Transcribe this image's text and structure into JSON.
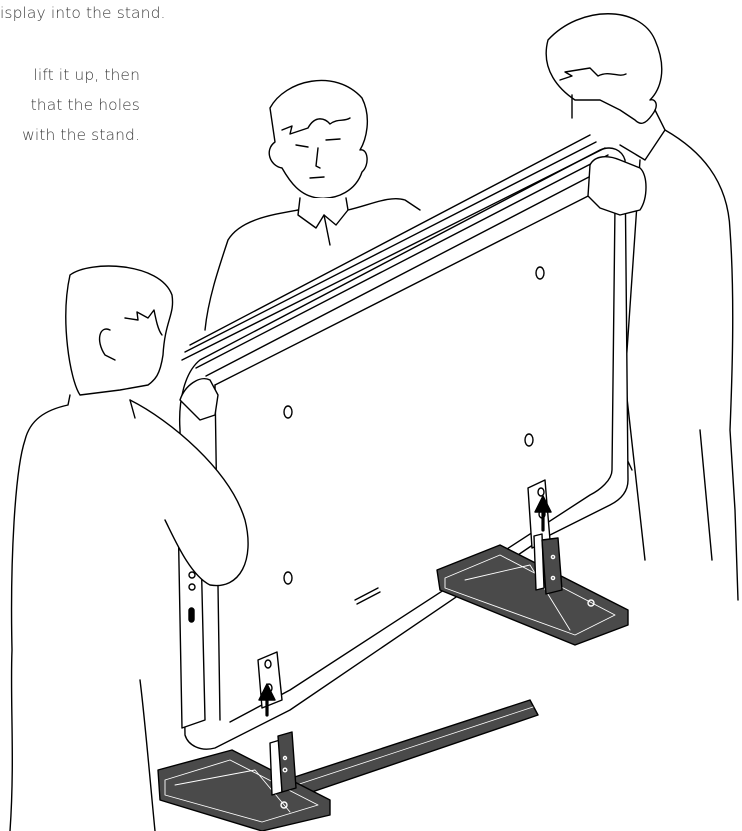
{
  "instructions": {
    "heading_fragment": "isplay into the stand.",
    "step_lines": [
      "lift it up, then",
      "that the holes",
      "with the stand."
    ]
  },
  "illustration": {
    "subject": "three-people-lifting-display-onto-stand",
    "stand_color": "#4a4a4a",
    "line_color": "#000000",
    "arrows": [
      "up-arrow-left-stand",
      "up-arrow-right-stand"
    ]
  }
}
